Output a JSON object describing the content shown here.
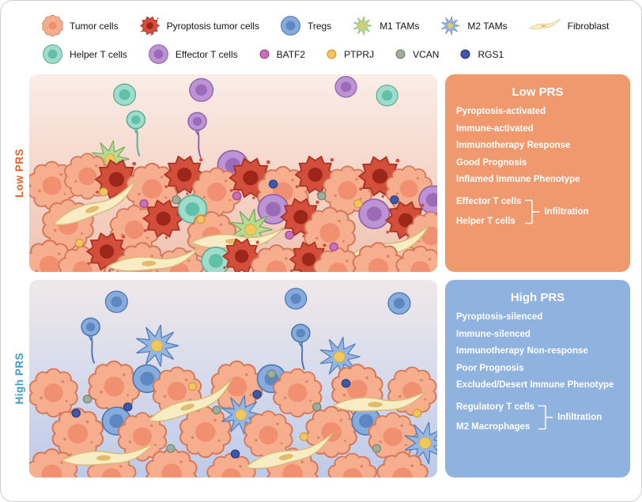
{
  "legend": {
    "items": [
      {
        "label": "Tumor cells"
      },
      {
        "label": "Pyroptosis tumor cells"
      },
      {
        "label": "Tregs"
      },
      {
        "label": "M1 TAMs"
      },
      {
        "label": "M2 TAMs"
      },
      {
        "label": "Fibroblast"
      },
      {
        "label": "Helper T cells"
      },
      {
        "label": "Effector T cells"
      },
      {
        "label": "BATF2"
      },
      {
        "label": "PTPRJ"
      },
      {
        "label": "VCAN"
      },
      {
        "label": "RGS1"
      }
    ]
  },
  "panels": [
    {
      "side_label": "Low PRS",
      "box": {
        "title": "Low PRS",
        "items": [
          "Pyroptosis-activated",
          "Immune-activated",
          "Immunotherapy Response",
          "Good Prognosis",
          "Inflamed Immune Phenotype"
        ],
        "infiltration": {
          "cells": [
            "Effector T cells",
            "Helper T cells"
          ],
          "label": "Infiltration"
        }
      }
    },
    {
      "side_label": "High PRS",
      "box": {
        "title": "High PRS",
        "items": [
          "Pyroptosis-silenced",
          "Immune-silenced",
          "Immunotherapy Non-response",
          "Poor Prognosis",
          "Excluded/Desert Immune Phenotype"
        ],
        "infiltration": {
          "cells": [
            "Regulatory T cells",
            "M2 Macrophages"
          ],
          "label": "Infiltration"
        }
      }
    }
  ],
  "palette": {
    "low_box": "#F0996F",
    "high_box": "#8FB2DE",
    "low_side_label": "#E5602A",
    "high_side_label": "#3E9BC9",
    "tumor_cell": "#F6AE8E",
    "pyroptosis_cell": "#D34F3B",
    "treg": "#85ACDC",
    "m1_tam": "#B5DC96",
    "m2_tam": "#93B7E4",
    "fibroblast": "#F8ECC4",
    "helper_t": "#9FDCCB",
    "effector_t": "#BD93D4",
    "batf2": "#CC6FB8",
    "ptprj": "#F3C45F",
    "vcan": "#9FAD9C",
    "rgs1": "#3F58A7"
  },
  "scenes": {
    "low": {
      "cells": [
        [
          "helper",
          118,
          26,
          0.62
        ],
        [
          "effector",
          213,
          20,
          0.66
        ],
        [
          "effector",
          392,
          16,
          0.6
        ],
        [
          "helper",
          443,
          27,
          0.6
        ],
        [
          "bhelper",
          132,
          58,
          0.75
        ],
        [
          "beffector",
          208,
          60,
          0.75
        ],
        [
          "m1",
          100,
          108,
          0.8
        ],
        [
          "tumor",
          28,
          142,
          0.95
        ],
        [
          "tumor",
          72,
          130,
          0.9
        ],
        [
          "pyro",
          108,
          134,
          0.95
        ],
        [
          "tumor",
          152,
          146,
          1
        ],
        [
          "pyro",
          192,
          128,
          0.9
        ],
        [
          "effector",
          252,
          116,
          0.85
        ],
        [
          "tumor",
          232,
          150,
          0.95
        ],
        [
          "pyro",
          274,
          132,
          0.95
        ],
        [
          "tumor",
          314,
          150,
          1
        ],
        [
          "pyro",
          354,
          128,
          0.9
        ],
        [
          "tumor",
          394,
          148,
          0.95
        ],
        [
          "pyro",
          434,
          130,
          0.95
        ],
        [
          "tumor",
          470,
          146,
          0.9
        ],
        [
          "effector",
          500,
          160,
          0.8
        ],
        [
          "tumor",
          48,
          192,
          1
        ],
        [
          "tumor",
          130,
          198,
          0.95
        ],
        [
          "pyro",
          166,
          184,
          0.9
        ],
        [
          "helper",
          202,
          172,
          0.8
        ],
        [
          "tumor",
          226,
          206,
          0.95
        ],
        [
          "effector",
          302,
          172,
          0.85
        ],
        [
          "m1",
          274,
          198,
          0.9
        ],
        [
          "pyro",
          336,
          182,
          0.9
        ],
        [
          "tumor",
          372,
          202,
          1
        ],
        [
          "effector",
          427,
          178,
          0.85
        ],
        [
          "pyro",
          466,
          186,
          0.9
        ],
        [
          "tumor",
          497,
          206,
          0.95
        ],
        [
          "fibro",
          82,
          172,
          1,
          -12
        ],
        [
          "fibro",
          256,
          214,
          1,
          8
        ],
        [
          "fibro",
          442,
          224,
          1,
          -6
        ],
        [
          "tumor",
          25,
          244,
          1
        ],
        [
          "tumor",
          66,
          250,
          0.95
        ],
        [
          "pyro",
          96,
          226,
          0.9
        ],
        [
          "tumor",
          140,
          247,
          1
        ],
        [
          "tumor",
          186,
          252,
          0.95
        ],
        [
          "helper",
          231,
          238,
          0.8
        ],
        [
          "pyro",
          263,
          232,
          0.85
        ],
        [
          "tumor",
          306,
          250,
          1
        ],
        [
          "pyro",
          346,
          236,
          0.85
        ],
        [
          "tumor",
          382,
          252,
          0.95
        ],
        [
          "tumor",
          432,
          247,
          1
        ],
        [
          "tumor",
          484,
          250,
          0.95
        ],
        [
          "fibro",
          152,
          242,
          1,
          5
        ],
        [
          "batf2",
          142,
          165,
          1
        ],
        [
          "ptprj",
          92,
          150,
          1
        ],
        [
          "vcan",
          182,
          160,
          1
        ],
        [
          "rgs1",
          302,
          140,
          1
        ],
        [
          "ptprj",
          212,
          185,
          1
        ],
        [
          "batf2",
          257,
          155,
          1
        ],
        [
          "vcan",
          362,
          155,
          1
        ],
        [
          "ptprj",
          407,
          165,
          1
        ],
        [
          "rgs1",
          452,
          160,
          1
        ],
        [
          "batf2",
          322,
          205,
          1
        ],
        [
          "ptprj",
          62,
          215,
          1
        ],
        [
          "batf2",
          377,
          220,
          1
        ]
      ]
    },
    "high": {
      "cells": [
        [
          "treg",
          108,
          28,
          0.62
        ],
        [
          "treg",
          330,
          24,
          0.6
        ],
        [
          "treg",
          458,
          30,
          0.62
        ],
        [
          "btreg",
          76,
          60,
          0.75
        ],
        [
          "btreg",
          336,
          68,
          0.75
        ],
        [
          "m2",
          158,
          84,
          0.9
        ],
        [
          "m2",
          384,
          98,
          0.85
        ],
        [
          "tumor",
          30,
          144,
          0.95
        ],
        [
          "tumor",
          105,
          136,
          1
        ],
        [
          "treg",
          146,
          126,
          0.8
        ],
        [
          "tumor",
          183,
          142,
          0.95
        ],
        [
          "tumor",
          257,
          136,
          1
        ],
        [
          "treg",
          300,
          126,
          0.8
        ],
        [
          "tumor",
          332,
          144,
          0.95
        ],
        [
          "tumor",
          406,
          140,
          1
        ],
        [
          "tumor",
          474,
          142,
          0.95
        ],
        [
          "tumor",
          60,
          196,
          1
        ],
        [
          "treg",
          108,
          180,
          0.8
        ],
        [
          "tumor",
          140,
          200,
          0.95
        ],
        [
          "tumor",
          218,
          194,
          1
        ],
        [
          "m2",
          262,
          172,
          0.85
        ],
        [
          "tumor",
          296,
          198,
          0.95
        ],
        [
          "tumor",
          374,
          194,
          1
        ],
        [
          "treg",
          417,
          180,
          0.8
        ],
        [
          "tumor",
          450,
          200,
          0.95
        ],
        [
          "fibro",
          200,
          162,
          1,
          -10
        ],
        [
          "fibro",
          432,
          160,
          1,
          8
        ],
        [
          "tumor",
          28,
          248,
          1
        ],
        [
          "tumor",
          102,
          252,
          0.95
        ],
        [
          "tumor",
          176,
          247,
          1
        ],
        [
          "tumor",
          250,
          252,
          0.95
        ],
        [
          "tumor",
          326,
          247,
          1
        ],
        [
          "tumor",
          400,
          252,
          0.95
        ],
        [
          "m2",
          490,
          208,
          0.9
        ],
        [
          "tumor",
          462,
          252,
          1
        ],
        [
          "fibro",
          96,
          228,
          1,
          6
        ],
        [
          "fibro",
          322,
          226,
          1,
          -5
        ],
        [
          "vcan",
          72,
          152,
          1
        ],
        [
          "rgs1",
          122,
          162,
          1
        ],
        [
          "ptprj",
          202,
          136,
          1
        ],
        [
          "vcan",
          232,
          166,
          1
        ],
        [
          "rgs1",
          282,
          146,
          1
        ],
        [
          "vcan",
          356,
          162,
          1
        ],
        [
          "rgs1",
          392,
          132,
          1
        ],
        [
          "ptprj",
          340,
          200,
          1
        ],
        [
          "vcan",
          175,
          215,
          1
        ],
        [
          "rgs1",
          255,
          222,
          1
        ],
        [
          "vcan",
          430,
          215,
          1
        ],
        [
          "rgs1",
          58,
          170,
          1
        ],
        [
          "ptprj",
          480,
          170,
          1
        ],
        [
          "vcan",
          300,
          120,
          1
        ]
      ]
    }
  }
}
